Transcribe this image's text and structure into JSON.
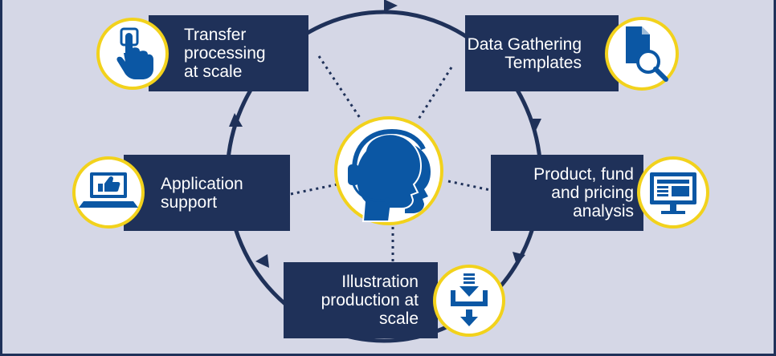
{
  "center": {
    "icon": "headset-people-icon"
  },
  "steps": [
    {
      "id": "transfer",
      "lines": [
        "Transfer",
        "processing",
        "at scale"
      ],
      "icon": "touch-finger-icon"
    },
    {
      "id": "data-gathering",
      "lines": [
        "Data Gathering",
        "Templates"
      ],
      "icon": "document-search-icon"
    },
    {
      "id": "product-analysis",
      "lines": [
        "Product, fund",
        "and pricing",
        "analysis"
      ],
      "icon": "monitor-chart-icon"
    },
    {
      "id": "illustration",
      "lines": [
        "Illustration",
        "production at",
        "scale"
      ],
      "icon": "download-tray-icon"
    },
    {
      "id": "app-support",
      "lines": [
        "Application",
        "support"
      ],
      "icon": "laptop-thumbs-up-icon"
    }
  ],
  "colors": {
    "background": "#d5d7e6",
    "frame": "#1f3159",
    "box": "#1f3159",
    "badge_ring": "#f2d21c",
    "icon": "#0b57a4",
    "text": "#ffffff"
  }
}
